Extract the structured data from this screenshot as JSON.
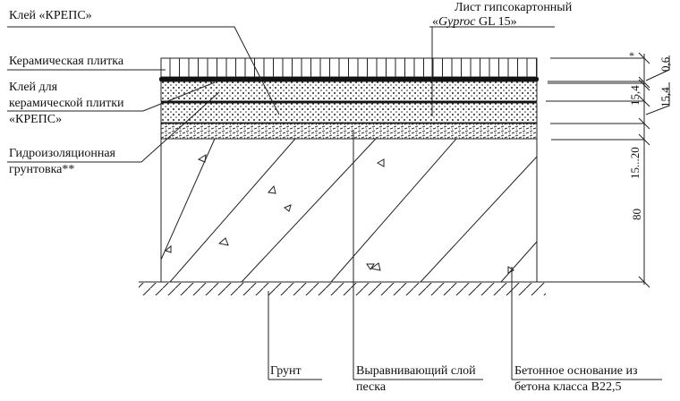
{
  "labels": {
    "glue_kreps": "Клей «КРЕПС»",
    "gypsum_sheet_line1": "Лист гипсокартонный",
    "gypsum_sheet_line2_italic": "Gyproc",
    "gypsum_sheet_line2_rest": " GL 15»",
    "gypsum_sheet_quote_open": "«",
    "ceramic_tile": "Керамическая плитка",
    "tile_glue_line1": "Клей для",
    "tile_glue_line2": "керамической плитки",
    "tile_glue_line3": "«КРЕПС»",
    "waterproof_line1": "Гидроизоляционная",
    "waterproof_line2": "грунтовка**",
    "ground": "Грунт",
    "leveling_line1": "Выравнивающий слой",
    "leveling_line2": "песка",
    "concrete_line1": "Бетонное основание из",
    "concrete_line2": "бетона класса B22,5"
  },
  "dimensions": {
    "star": "*",
    "d1": "0,6",
    "d2": "15,4",
    "d3": "15,4",
    "d4": "15...20",
    "d5": "80"
  }
}
